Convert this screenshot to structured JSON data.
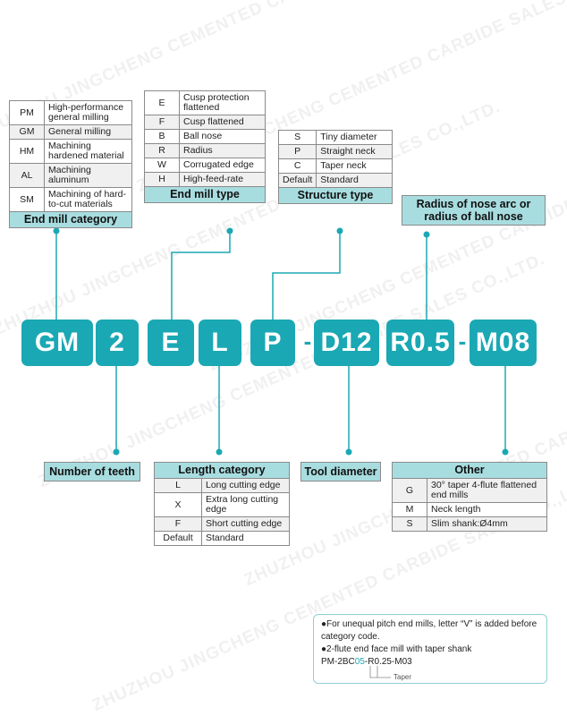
{
  "watermark": "ZHUZHOU JINGCHENG CEMENTED CARBIDE SALES CO.,LTD.",
  "code_segments": [
    {
      "text": "GM"
    },
    {
      "text": "-"
    },
    {
      "text": "2"
    },
    {
      "text": "E"
    },
    {
      "text": "L"
    },
    {
      "text": "P"
    },
    {
      "text": "-"
    },
    {
      "text": "D12"
    },
    {
      "text": "R0.5"
    },
    {
      "text": "-"
    },
    {
      "text": "M08"
    }
  ],
  "category": {
    "caption": "End mill category",
    "rows": [
      {
        "code": "PM",
        "desc": "High-performance general milling"
      },
      {
        "code": "GM",
        "desc": "General milling"
      },
      {
        "code": "HM",
        "desc": "Machining hardened material"
      },
      {
        "code": "AL",
        "desc": "Machining aluminum"
      },
      {
        "code": "SM",
        "desc": "Machining of hard-to-cut materials"
      }
    ]
  },
  "type": {
    "caption": "End mill type",
    "rows": [
      {
        "code": "E",
        "desc": "Cusp protection flattened"
      },
      {
        "code": "F",
        "desc": "Cusp flattened"
      },
      {
        "code": "B",
        "desc": "Ball nose"
      },
      {
        "code": "R",
        "desc": "Radius"
      },
      {
        "code": "W",
        "desc": "Corrugated edge"
      },
      {
        "code": "H",
        "desc": "High-feed-rate"
      }
    ]
  },
  "structure": {
    "caption": "Structure type",
    "rows": [
      {
        "code": "S",
        "desc": "Tiny diameter"
      },
      {
        "code": "P",
        "desc": "Straight neck"
      },
      {
        "code": "C",
        "desc": "Taper neck"
      },
      {
        "code": "Default",
        "desc": "Standard"
      }
    ]
  },
  "radius_label": "Radius of nose arc or radius of ball nose",
  "teeth_label": "Number of teeth",
  "length": {
    "caption": "Length category",
    "rows": [
      {
        "code": "L",
        "desc": "Long cutting edge"
      },
      {
        "code": "X",
        "desc": "Extra long cutting edge"
      },
      {
        "code": "F",
        "desc": "Short cutting edge"
      },
      {
        "code": "Default",
        "desc": "Standard"
      }
    ]
  },
  "diameter_label": "Tool diameter",
  "other": {
    "caption": "Other",
    "rows": [
      {
        "code": "G",
        "desc": "30° taper 4-flute flattened end mills"
      },
      {
        "code": "M",
        "desc": "Neck length"
      },
      {
        "code": "S",
        "desc": "Slim shank:Ø4mm"
      }
    ]
  },
  "notes": {
    "line1": "●For unequal pitch end mills, letter “V” is added before category code.",
    "line2": "●2-flute end face mill with taper shank",
    "example_prefix": "PM-2BC",
    "example_highlight": "05",
    "example_suffix": "-R0.25-M03",
    "taper_label": "Taper"
  },
  "colors": {
    "accent": "#1aa8b4",
    "caption_bg": "#a8dde0"
  }
}
